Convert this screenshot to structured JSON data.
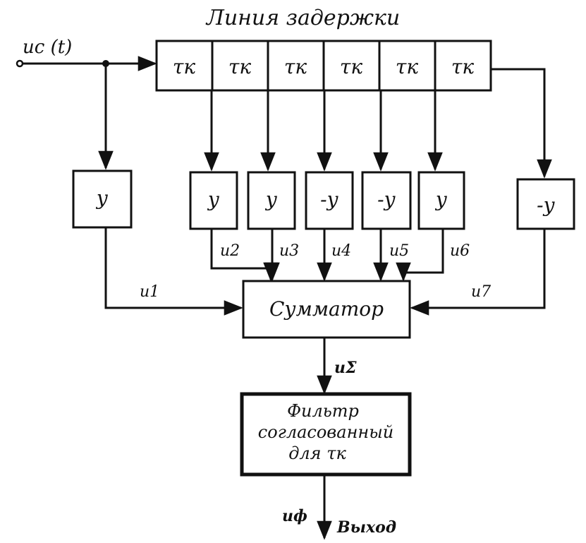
{
  "delay_line": {
    "title": "Линия задержки",
    "cells": [
      "τк",
      "τк",
      "τк",
      "τк",
      "τк",
      "τк"
    ]
  },
  "input": {
    "label": "uс (t)"
  },
  "amplifiers": [
    "у",
    "у",
    "у",
    "-у",
    "-у",
    "у",
    "-у"
  ],
  "signals": [
    "u1",
    "u2",
    "u3",
    "u4",
    "u5",
    "u6",
    "u7"
  ],
  "summator": {
    "label": "Сумматор"
  },
  "sum_signal": "uΣ",
  "filter": {
    "line1": "Фильтр",
    "line2": "согласованный",
    "line3": "для τк"
  },
  "output": {
    "signal": "uф",
    "label": "Выход"
  }
}
